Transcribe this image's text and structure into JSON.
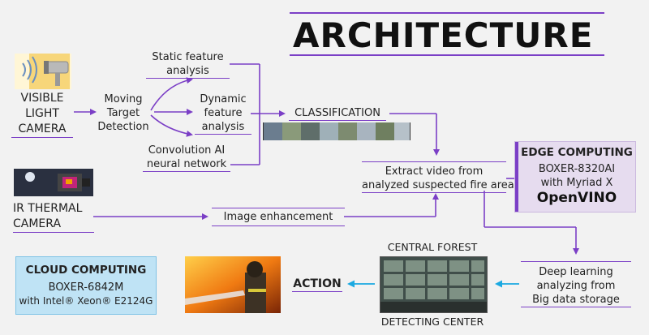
{
  "title": "ARCHITECTURE",
  "inputs": {
    "visible": [
      "VISIBLE",
      "LIGHT",
      "CAMERA"
    ],
    "thermal": [
      "IR THERMAL",
      "CAMERA"
    ]
  },
  "moving_target": [
    "Moving",
    "Target",
    "Detection"
  ],
  "static_feature": [
    "Static feature",
    "analysis"
  ],
  "dynamic_feature": [
    "Dynamic",
    "feature",
    "analysis"
  ],
  "convolution": [
    "Convolution AI",
    "neural network"
  ],
  "classification": "CLASSIFICATION",
  "extract": [
    "Extract video from",
    "analyzed suspected fire areas"
  ],
  "image_enhancement": "Image enhancement",
  "edge": {
    "title": "EDGE COMPUTING",
    "model": "BOXER-8320AI",
    "detail": "with Myriad X",
    "logo": "OpenVINO"
  },
  "deep_learning": [
    "Deep learning",
    "analyzing from",
    "Big data storage"
  ],
  "central": {
    "top": "CENTRAL FOREST",
    "bottom": "DETECTING CENTER"
  },
  "action": "ACTION",
  "cloud": {
    "title": "CLOUD COMPUTING",
    "model": "BOXER-6842M",
    "detail": "with Intel® Xeon® E2124G"
  },
  "colors": {
    "accent": "#7b3fc6",
    "cyan_arrow": "#1ba9e1",
    "cloud_bg": "#bfe3f5",
    "edge_bg": "#e6dcef"
  },
  "icons": [
    "security-camera-icon",
    "thermal-camera-icon",
    "fire-fighter-photo",
    "monitor-wall-photo",
    "openvino-logo"
  ]
}
